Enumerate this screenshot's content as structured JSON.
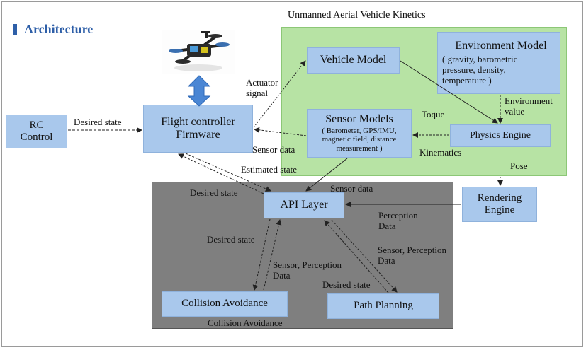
{
  "header": {
    "title": "Architecture"
  },
  "regions": {
    "uav_title": "Unmanned Aerial Vehicle Kinetics"
  },
  "boxes": {
    "rc_control": "RC\nControl",
    "flight_controller": "Flight controller\nFirmware",
    "vehicle_model": "Vehicle Model",
    "environment_model_title": "Environment Model",
    "environment_model_detail": "( gravity, barometric\npressure, density,\ntemperature )",
    "sensor_models_title": "Sensor Models",
    "sensor_models_detail": "( Barometer, GPS/IMU,\nmagnetic field, distance\nmeasurement )",
    "physics_engine": "Physics Engine",
    "rendering_engine": "Rendering\nEngine",
    "api_layer": "API Layer",
    "collision_avoidance": "Collision Avoidance",
    "path_planning": "Path Planning"
  },
  "labels": {
    "desired_state_rc": "Desired state",
    "actuator_signal": "Actuator\nsignal",
    "sensor_data_fc": "Sensor data",
    "estimated_state": "Estimated state",
    "desired_state_api_left": "Desired state",
    "sensor_data_api": "Sensor data",
    "toque": "Toque",
    "environment_value": "Environment\nvalue",
    "kinematics": "Kinematics",
    "pose": "Pose",
    "perception_data": "Perception\nData",
    "desired_state_ca": "Desired state",
    "sensor_perception_ca": "Sensor, Perception\nData",
    "sensor_perception_pp": "Sensor, Perception\nData",
    "desired_state_pp": "Desired state",
    "collision_avoidance_caption": "Collision Avoidance"
  },
  "colors": {
    "box_fill": "#a9c8ec",
    "uav_region": "#b7e3a4",
    "api_region": "#7f7f7f",
    "title": "#2e5fa8",
    "double_arrow": "#4a86d4"
  },
  "icons": {
    "drone": "quadcopter-drone-image"
  }
}
